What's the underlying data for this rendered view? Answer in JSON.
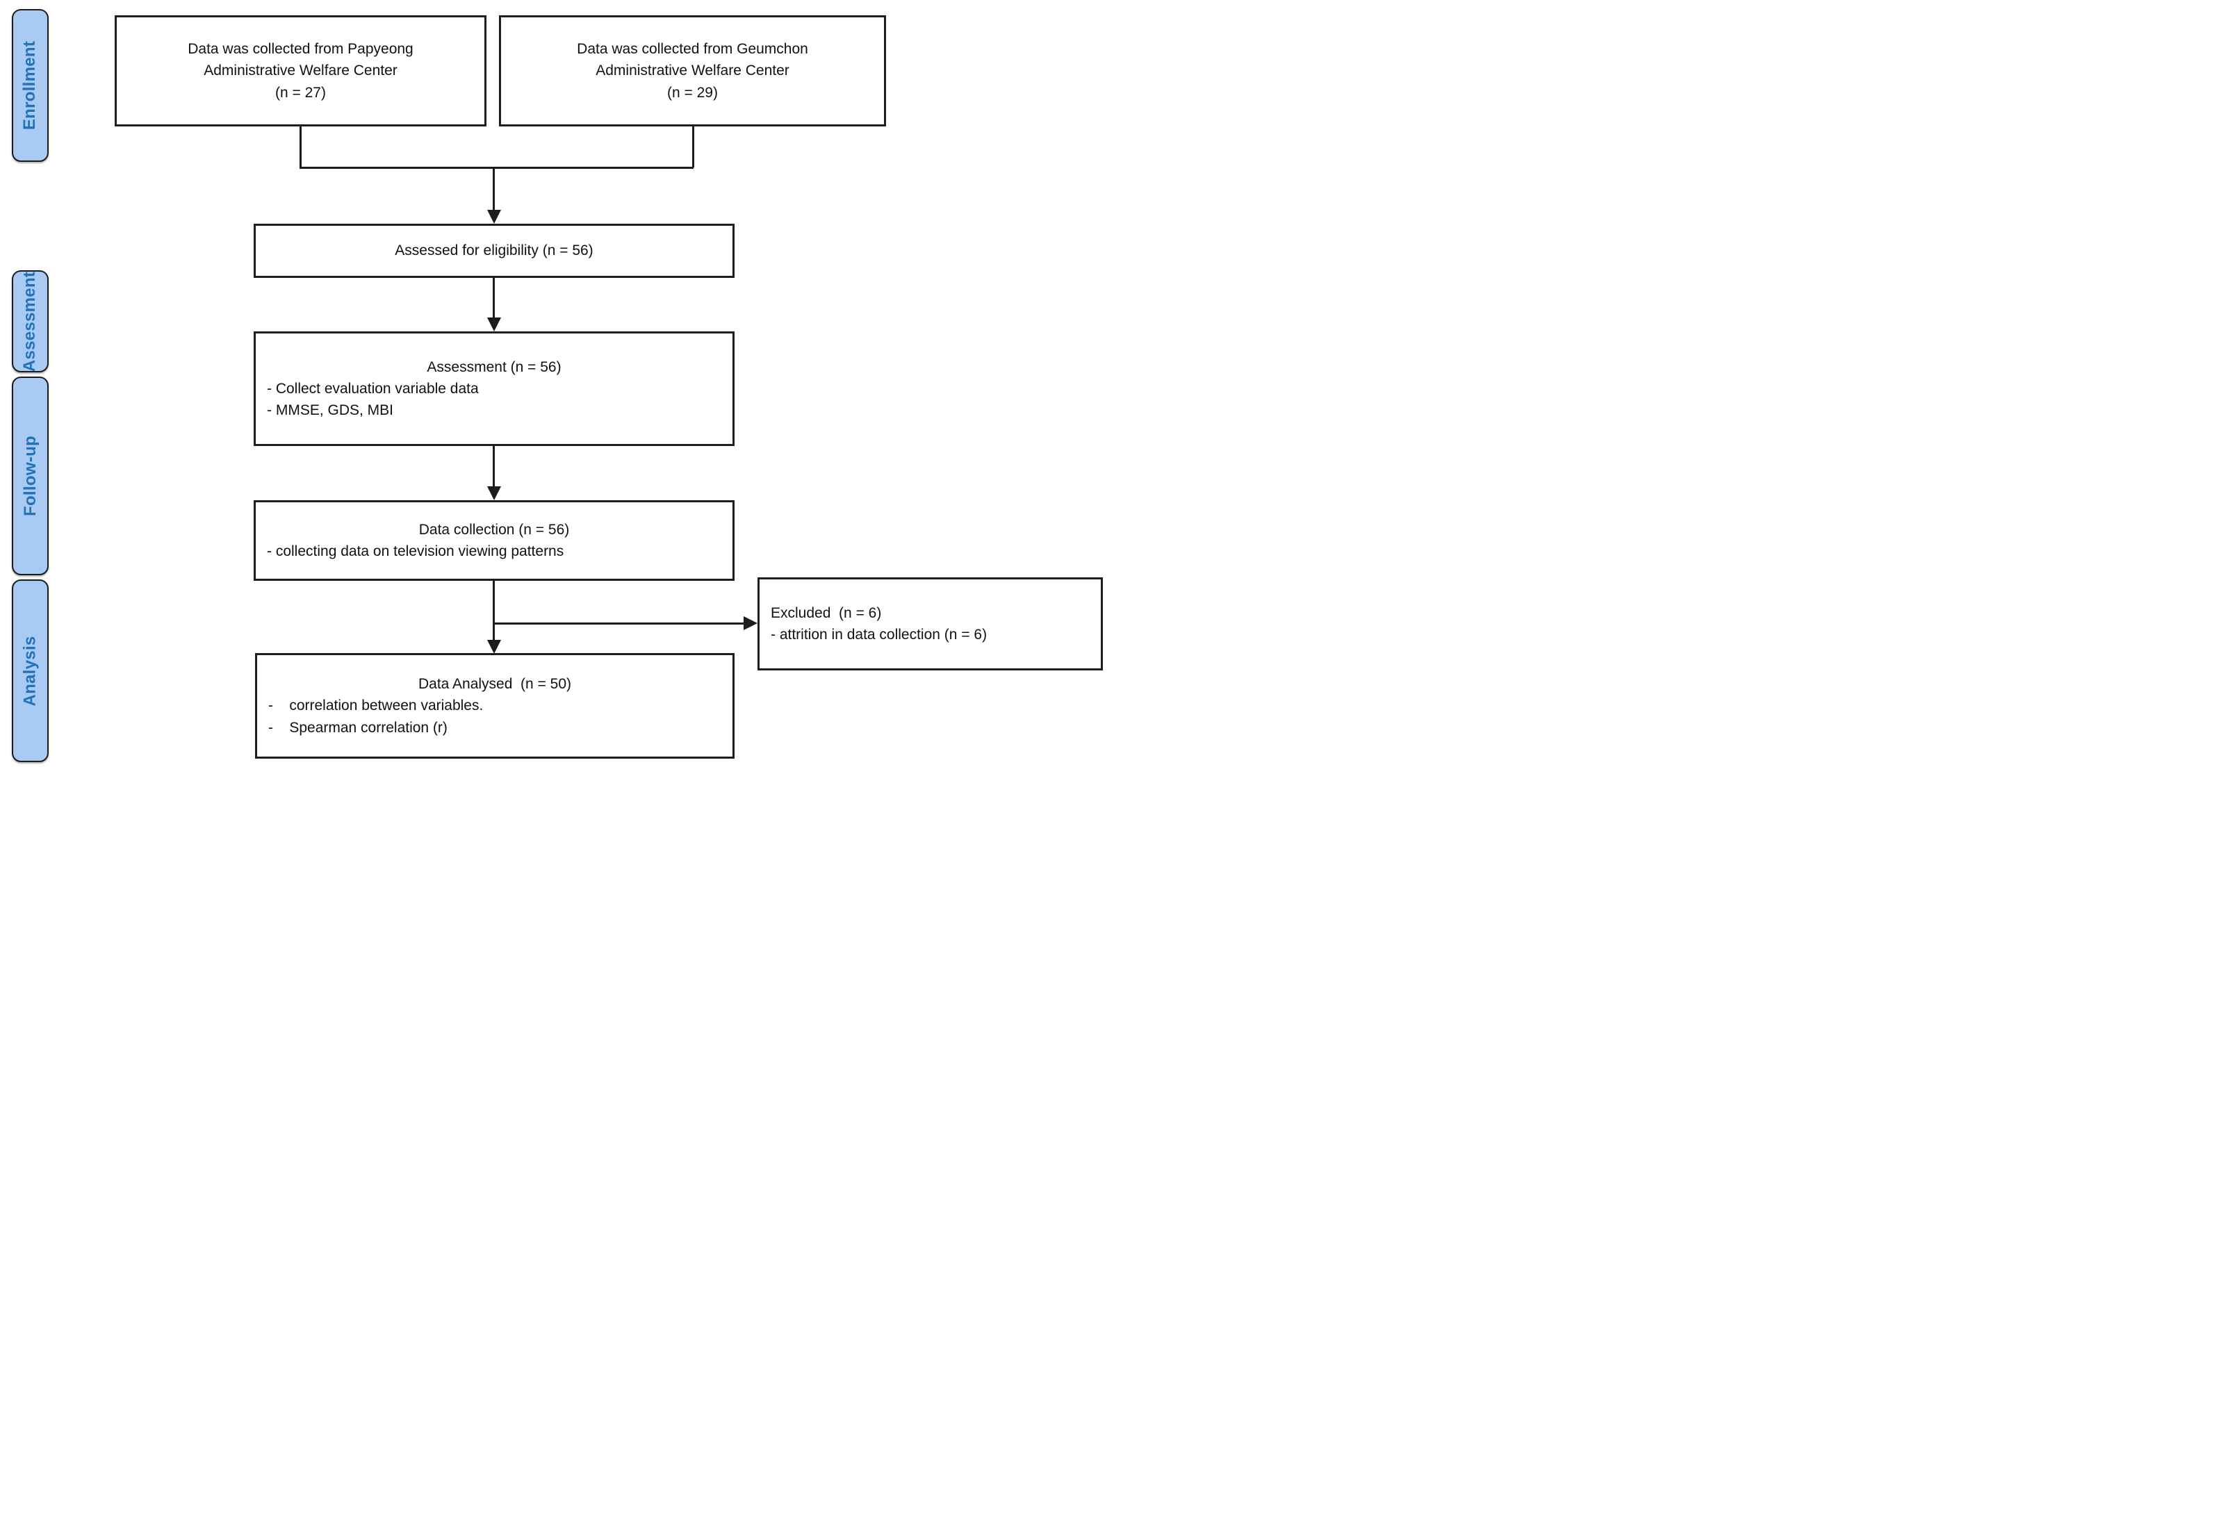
{
  "colors": {
    "background": "#ffffff",
    "sidebar-fill": "#a9cbf3",
    "sidebar-text": "#2272b9",
    "sidebar-border": "#1c1c1c",
    "box-fill": "#ffffff",
    "box-border": "#1f1f1f",
    "line": "#1c1c1c"
  },
  "sidebar": {
    "items": [
      {
        "label": "Enrollment"
      },
      {
        "label": "Assessment"
      },
      {
        "label": "Follow-up"
      },
      {
        "label": "Analysis"
      }
    ]
  },
  "flow": {
    "source_left": {
      "text": "Data was collected from Papyeong\nAdministrative Welfare Center\n(n = 27)"
    },
    "source_right": {
      "text": "Data was collected from Geumchon\nAdministrative Welfare Center\n(n = 29)"
    },
    "eligibility": {
      "title": "Assessed for eligibility (n = 56)"
    },
    "assessment": {
      "title": "Assessment (n = 56)",
      "bullets": [
        "- Collect evaluation variable data",
        "- MMSE, GDS, MBI"
      ]
    },
    "data_collection": {
      "title": "Data collection (n = 56)",
      "bullets": [
        "- collecting data on television viewing patterns"
      ]
    },
    "excluded": {
      "title": "Excluded  (n = 6)",
      "bullets": [
        "- attrition in data collection (n = 6)"
      ]
    },
    "analysed": {
      "title": "Data Analysed  (n = 50)",
      "bullets": [
        "-    correlation between variables.",
        "-    Spearman correlation (r)"
      ]
    }
  }
}
